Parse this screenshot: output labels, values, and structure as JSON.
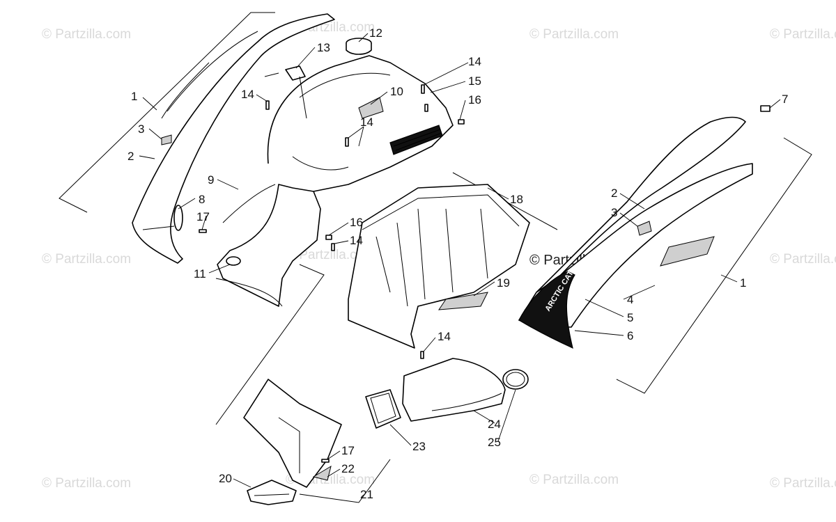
{
  "watermark": "© Partzilla.com",
  "center_watermark": "© Partzilla.com",
  "decal_text": "ARCTIC CAT",
  "callouts": {
    "c1_left": "1",
    "c2_left": "2",
    "c3_left": "3",
    "c8": "8",
    "c9": "9",
    "c17_top": "17",
    "c11": "11",
    "c12": "12",
    "c13": "13",
    "c14_a": "14",
    "c10": "10",
    "c14_b": "14",
    "c14_c": "14",
    "c15": "15",
    "c16_top": "16",
    "c7": "7",
    "c2_right": "2",
    "c3_right": "3",
    "c18": "18",
    "c16_mid": "16",
    "c14_mid": "14",
    "c19": "19",
    "c14_low": "14",
    "c1_right": "1",
    "c4": "4",
    "c5": "5",
    "c6": "6",
    "c24": "24",
    "c25": "25",
    "c23": "23",
    "c17_low": "17",
    "c22": "22",
    "c20": "20",
    "c21": "21"
  },
  "colors": {
    "line": "#000000",
    "watermark": "#d9d9d9",
    "background": "#ffffff"
  }
}
